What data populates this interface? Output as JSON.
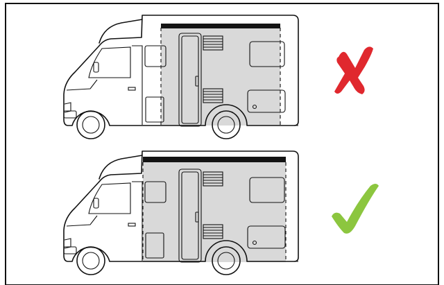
{
  "figure": {
    "panels": [
      {
        "id": "top",
        "verdict": "incorrect",
        "symbol": "cross",
        "color": "#e0282e"
      },
      {
        "id": "bottom",
        "verdict": "correct",
        "symbol": "check",
        "color": "#8cc63f"
      }
    ],
    "shading_color": "#d9d9d9",
    "border_color": "#111111"
  }
}
